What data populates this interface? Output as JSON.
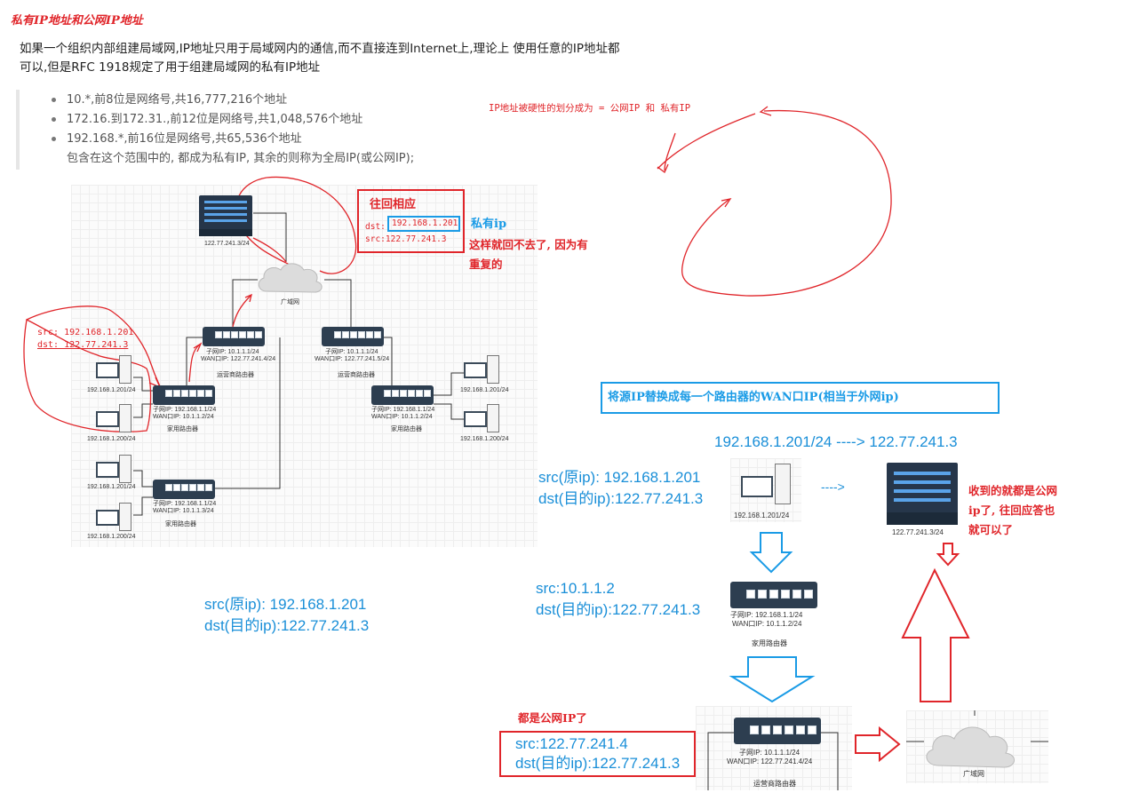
{
  "title": "私有IP地址和公网IP地址",
  "intro": [
    "如果一个组织内部组建局域网,IP地址只用于局域网内的通信,而不直接连到Internet上,理论上 使用任意的IP地址都",
    "可以,但是RFC 1918规定了用于组建局域网的私有IP地址"
  ],
  "bullets": [
    "10.*,前8位是网络号,共16,777,216个地址",
    "172.16.到172.31.,前12位是网络号,共1,048,576个地址",
    "192.168.*,前16位是网络号,共65,536个地址"
  ],
  "bullet_note": "包含在这个范围中的, 都成为私有IP, 其余的则称为全局IP(或公网IP);",
  "diagram": {
    "server_label": "122.77.241.3/24",
    "wan_label": "广域网",
    "isp_router_1": {
      "lan": "子网IP:  10.1.1.1/24",
      "wan": "WAN口IP:  122.77.241.4/24",
      "name": "运营商路由器"
    },
    "isp_router_2": {
      "lan": "子网IP:  10.1.1.1/24",
      "wan": "WAN口IP:  122.77.241.5/24",
      "name": "运营商路由器"
    },
    "home_router_1": {
      "lan": "子网IP:  192.168.1.1/24",
      "wan": "WAN口IP:  10.1.1.2/24",
      "name": "家用路由器"
    },
    "home_router_2": {
      "lan": "子网IP:  192.168.1.1/24",
      "wan": "WAN口IP:  10.1.1.2/24",
      "name": "家用路由器"
    },
    "home_router_3": {
      "lan": "子网IP:  192.168.1.1/24",
      "wan": "WAN口IP:  10.1.1.3/24",
      "name": "家用路由器"
    },
    "pcs_left_top": [
      "192.168.1.201/24",
      "192.168.1.200/24"
    ],
    "pcs_left_bottom": [
      "192.168.1.201/24",
      "192.168.1.200/24"
    ],
    "pcs_right": [
      "192.168.1.201/24",
      "192.168.1.200/24"
    ]
  },
  "annotations": {
    "src_dst_left": [
      "src: 192.168.1.201",
      "dst: 122.77.241.3"
    ],
    "box_title": "往回相应",
    "box_dst_label": "dst:",
    "box_dst_value": "192.168.1.201",
    "box_src": "src:122.77.241.3",
    "private_ip": "私有ip",
    "cannot_return": [
      "这样就回不去了, 因为有",
      "重复的"
    ],
    "split_note": "IP地址被硬性的划分成为 = 公网IP 和  私有IP",
    "lower_left": [
      "src(原ip):    192.168.1.201",
      "dst(目的ip):122.77.241.3"
    ]
  },
  "right_panel": {
    "heading": "将源IP替换成每一个路由器的WAN口IP(相当于外网ip)",
    "mapping": "192.168.1.201/24   ---->  122.77.241.3",
    "step1": [
      "src(原ip):    192.168.1.201",
      "dst(目的ip):122.77.241.3"
    ],
    "arrow_text": "---->",
    "pc_label": "192.168.1.201/24",
    "server_label": "122.77.241.3/24",
    "received_note": [
      "收到的就都是公网",
      "ip了, 往回应答也",
      "就可以了"
    ],
    "step2": [
      "src:10.1.1.2",
      "dst(目的ip):122.77.241.3"
    ],
    "home_router": {
      "lan": "子网IP:  192.168.1.1/24",
      "wan": "WAN口IP:  10.1.1.2/24",
      "name": "家用路由器"
    },
    "all_public": "都是公网IP了",
    "step3": [
      "src:122.77.241.4",
      "dst(目的ip):122.77.241.3"
    ],
    "isp_router": {
      "lan": "子网IP:  10.1.1.1/24",
      "wan": "WAN口IP:  122.77.241.4/24",
      "name": "运营商路由器"
    },
    "wan_label": "广域网"
  },
  "colors": {
    "red": "#e0252a",
    "blue": "#1a9be6",
    "router": "#2d3e50"
  }
}
